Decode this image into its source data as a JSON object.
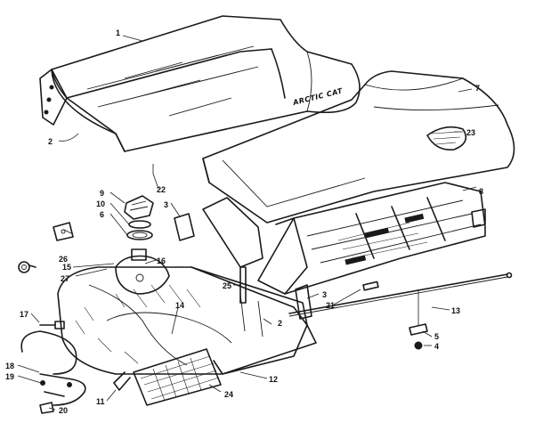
{
  "callouts": {
    "c1": "1",
    "c2a": "2",
    "c2b": "2",
    "c3a": "3",
    "c3b": "3",
    "c4": "4",
    "c5": "5",
    "c6": "6",
    "c7": "7",
    "c8": "8",
    "c9": "9",
    "c10": "10",
    "c11": "11",
    "c12": "12",
    "c13": "13",
    "c14": "14",
    "c15": "15",
    "c16": "16",
    "c17": "17",
    "c18": "18",
    "c19": "19",
    "c20": "20",
    "c21": "21",
    "c22": "22",
    "c23": "23",
    "c24": "24",
    "c25": "25",
    "c26": "26",
    "c27": "27"
  },
  "seat_logo": "ARCTIC CAT"
}
